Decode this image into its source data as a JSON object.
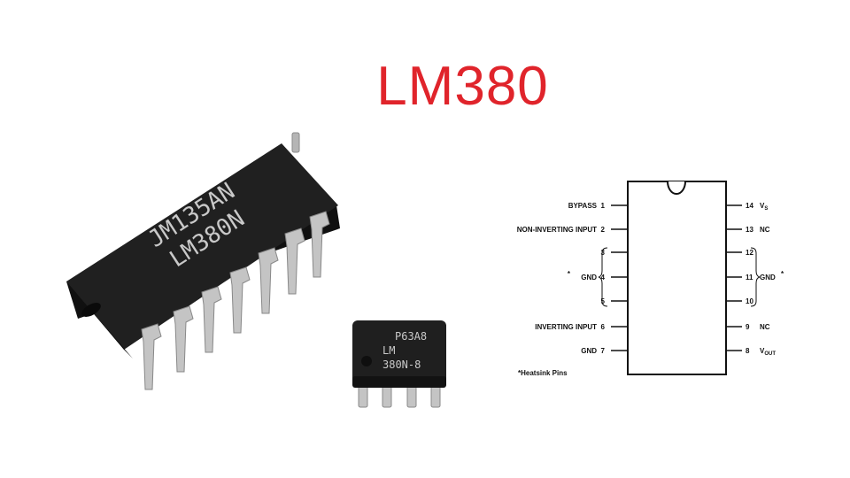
{
  "title": "LM380",
  "colors": {
    "title": "#e0242b",
    "chip_body": "#1c1c1c",
    "pin_metal": "#b8b8b8"
  },
  "large_chip": {
    "line1": "JM135AN",
    "line2": "LM380N"
  },
  "small_chip": {
    "line1": "P63A8",
    "line2": "LM",
    "line3": "380N-8"
  },
  "pinout": {
    "left": [
      {
        "label": "BYPASS",
        "num": "1"
      },
      {
        "label": "NON-INVERTING INPUT",
        "num": "2"
      },
      {
        "label": "",
        "num": "3"
      },
      {
        "label": "GND",
        "num": "4",
        "star": "*"
      },
      {
        "label": "",
        "num": "5"
      },
      {
        "label": "INVERTING INPUT",
        "num": "6"
      },
      {
        "label": "GND",
        "num": "7"
      }
    ],
    "right": [
      {
        "label": "V",
        "sub": "S",
        "num": "14"
      },
      {
        "label": "NC",
        "num": "13"
      },
      {
        "label": "",
        "num": "12"
      },
      {
        "label": "GND",
        "num": "11",
        "star": "*"
      },
      {
        "label": "",
        "num": "10"
      },
      {
        "label": "NC",
        "num": "9"
      },
      {
        "label": "V",
        "sub": "OUT",
        "num": "8"
      }
    ],
    "note": "*Heatsink Pins"
  }
}
